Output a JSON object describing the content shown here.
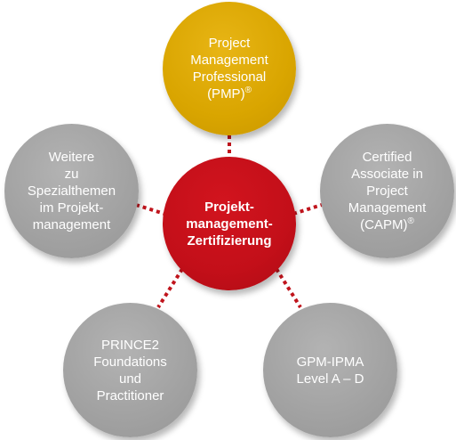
{
  "center": {
    "lines": [
      "Projekt-",
      "management-",
      "Zertifizierung"
    ]
  },
  "top": {
    "lines": [
      "Project",
      "Management",
      "Professional"
    ],
    "last_line": "(PMP)",
    "mark": "®"
  },
  "left": {
    "lines": [
      "Weitere",
      "zu",
      "Spezialthemen",
      "im Projekt-",
      "management"
    ]
  },
  "right": {
    "lines": [
      "Certified",
      "Associate in",
      "Project",
      "Management"
    ],
    "last_line": "(CAPM)",
    "mark": "®"
  },
  "bottom_left": {
    "lines": [
      "PRINCE2",
      "Foundations",
      "und",
      "Practitioner"
    ]
  },
  "bottom_right": {
    "lines": [
      "GPM-IPMA",
      "Level A – D"
    ]
  },
  "colors": {
    "center": "#c30f19",
    "accent": "#d9a500",
    "node": "#a3a3a3",
    "connector": "#c0141c"
  }
}
